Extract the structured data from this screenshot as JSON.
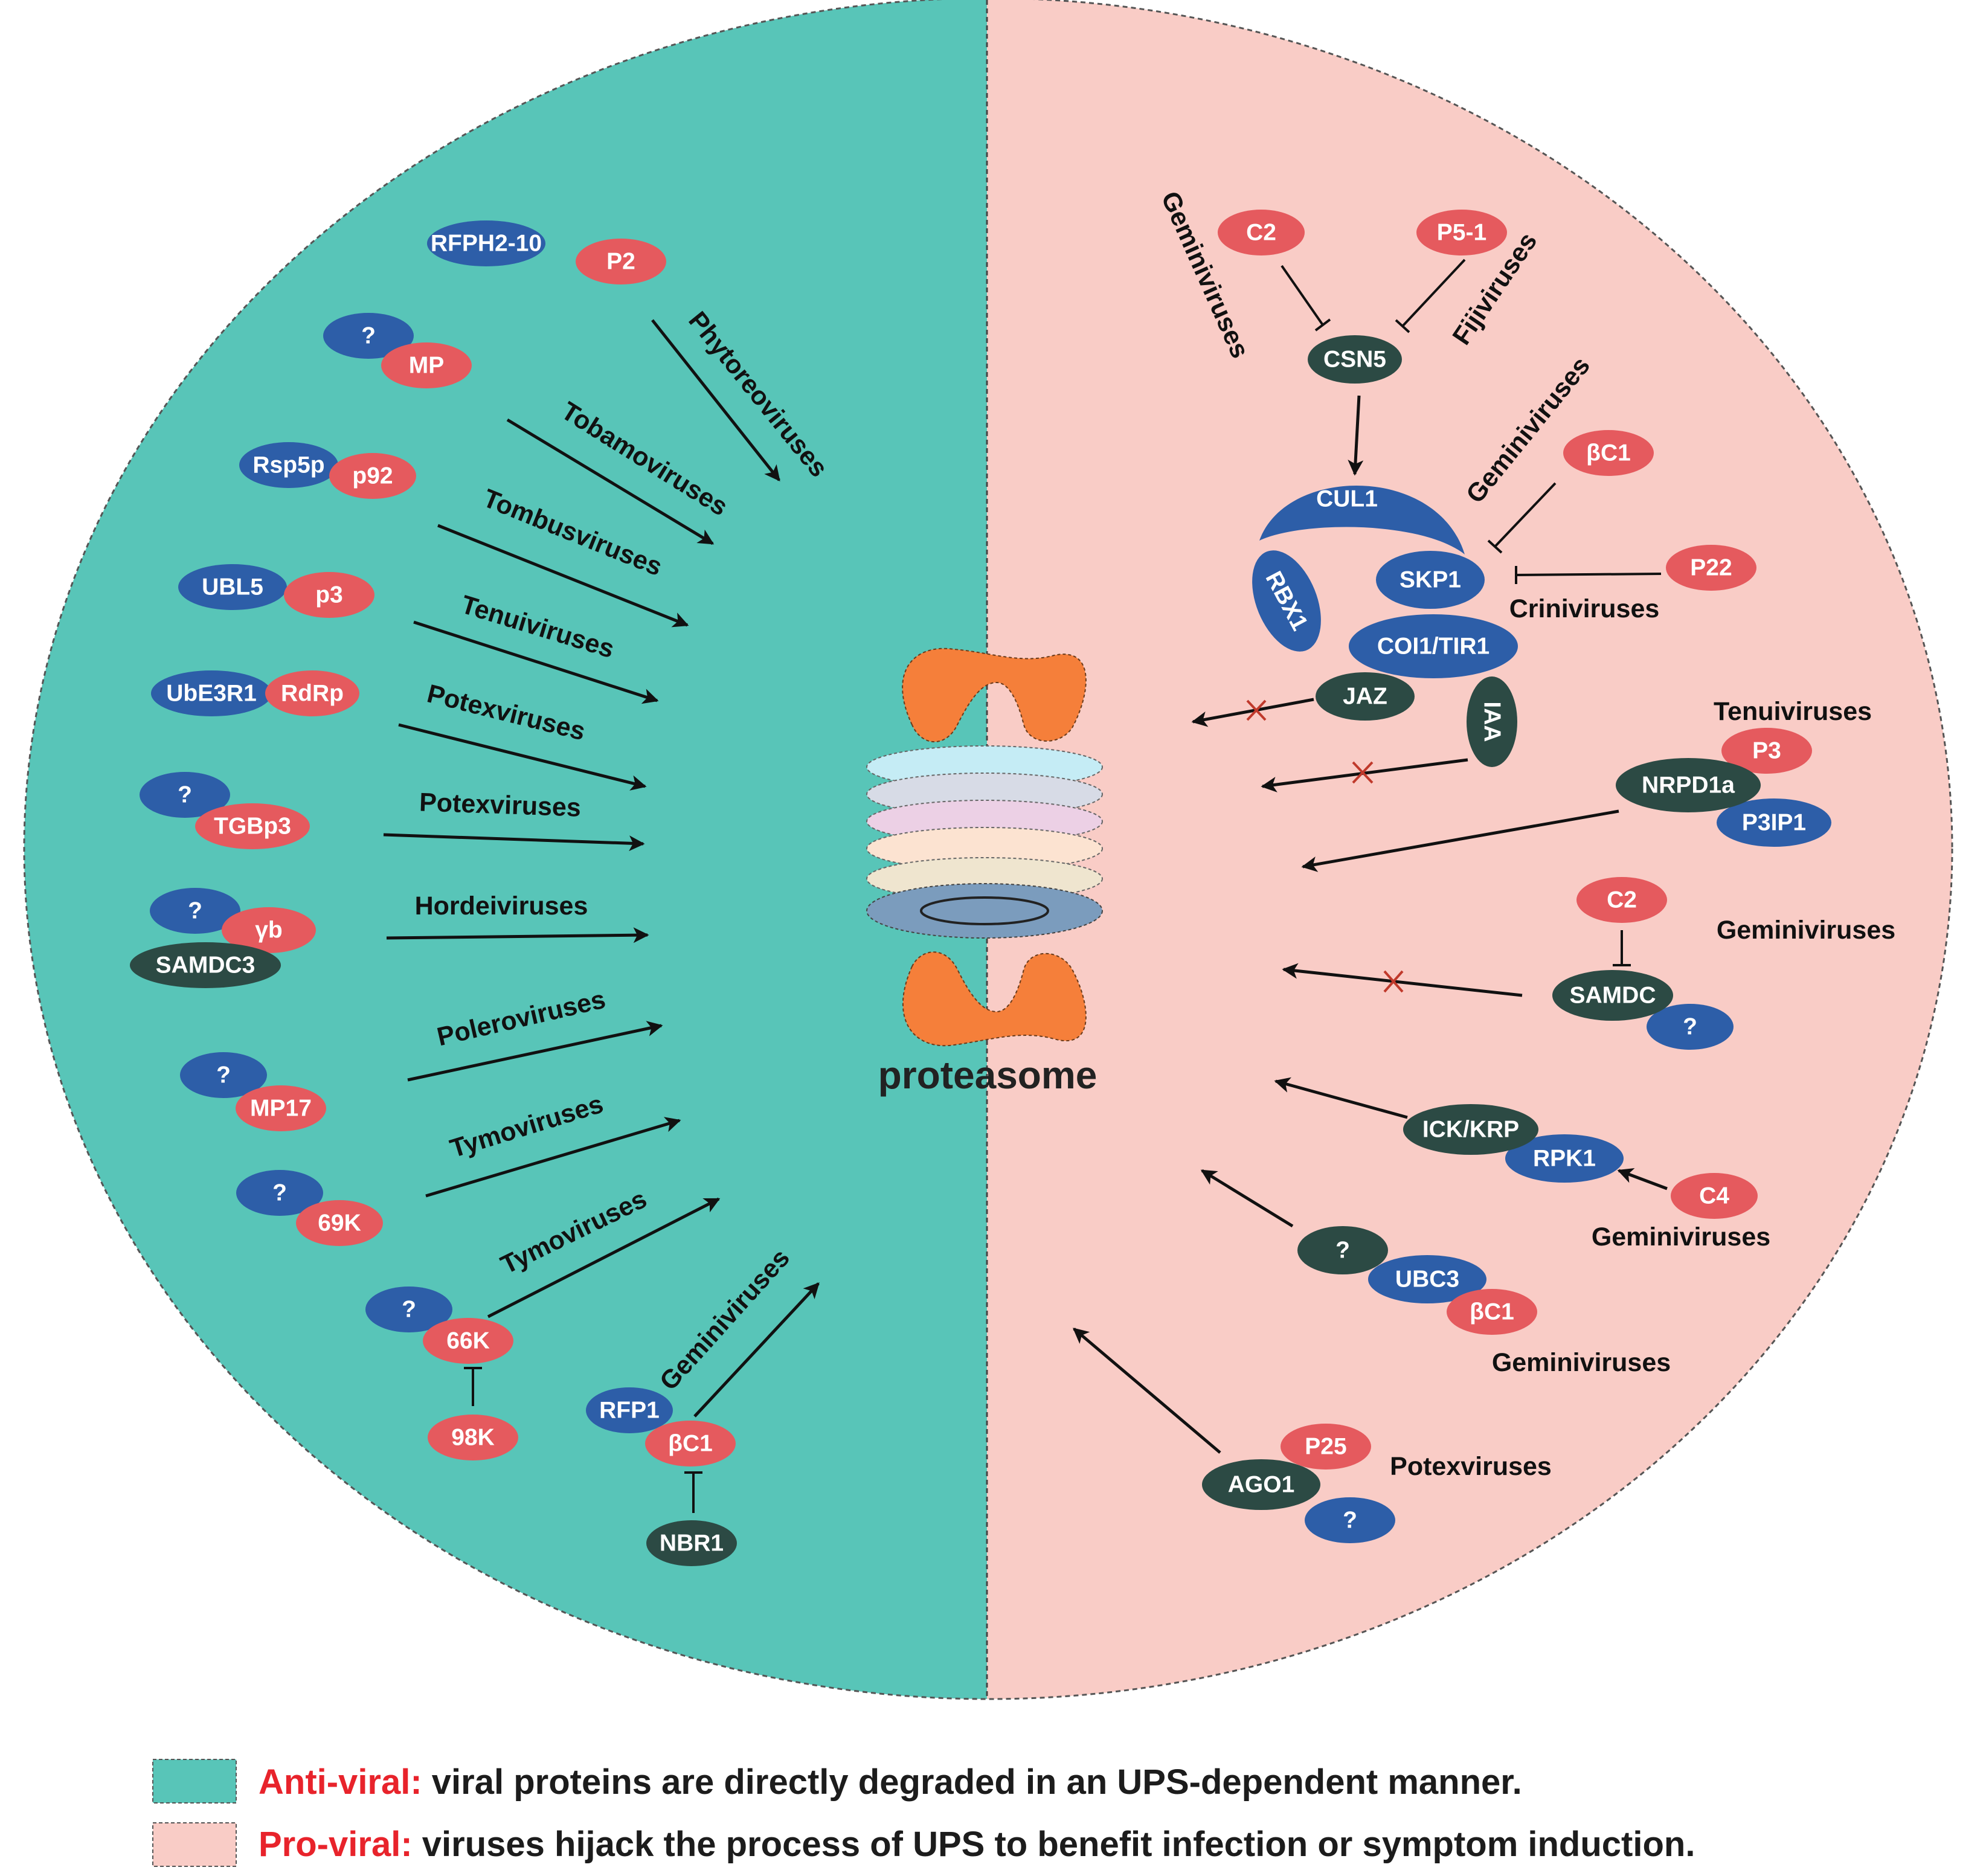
{
  "colors": {
    "antiviral_bg": "#58c5b8",
    "proviral_bg": "#f9ccc6",
    "viral_protein": "#e55a5e",
    "host_protein": "#2d5ea8",
    "host_dark_protein": "#2c4a44",
    "proteasome_cap": "#f57f3a",
    "legend_highlight": "#e8232b"
  },
  "icons": [
    "arrow-icon",
    "inhibition-icon",
    "blocked-cross-icon",
    "proteasome-icon"
  ],
  "center": {
    "label": "proteasome"
  },
  "antiviral": {
    "complexes": [
      {
        "host": "RFPH2-10",
        "viral": "P2",
        "virus": "Phytoreoviruses"
      },
      {
        "host": "?",
        "viral": "MP",
        "virus": "Tobamoviruses"
      },
      {
        "host": "Rsp5p",
        "viral": "p92",
        "virus": "Tombusviruses"
      },
      {
        "host": "UBL5",
        "viral": "p3",
        "virus": "Tenuiviruses"
      },
      {
        "host": "UbE3R1",
        "viral": "RdRp",
        "virus": "Potexviruses"
      },
      {
        "host": "?",
        "viral": "TGBp3",
        "virus": "Potexviruses"
      },
      {
        "host": "?",
        "viral": "γb",
        "extra": "SAMDC3",
        "virus": "Hordeiviruses"
      },
      {
        "host": "?",
        "viral": "MP17",
        "virus": "Poleroviruses"
      },
      {
        "host": "?",
        "viral": "69K",
        "virus": "Tymoviruses"
      },
      {
        "host": "?",
        "viral": "66K",
        "inhibitor": "98K",
        "virus": "Tymoviruses"
      },
      {
        "host": "RFP1",
        "viral": "βC1",
        "inhibitor": "NBR1",
        "virus": "Geminiviruses"
      }
    ]
  },
  "proviral": {
    "scf": {
      "cul1": "CUL1",
      "rbx1": "RBX1",
      "skp1": "SKP1",
      "coi1": "COI1/TIR1",
      "jaz": "JAZ",
      "iaa": "IAA"
    },
    "csn5": {
      "label": "CSN5",
      "left_viral": "C2",
      "left_virus": "Geminiviruses",
      "right_viral": "P5-1",
      "right_virus": "Fijiviruses"
    },
    "bc1": {
      "viral": "βC1",
      "virus": "Geminiviruses"
    },
    "p22": {
      "viral": "P22",
      "virus": "Criniviruses"
    },
    "nrpd1a": {
      "host": "NRPD1a",
      "viral": "P3",
      "partner": "P3IP1",
      "virus": "Tenuiviruses"
    },
    "samdc": {
      "viral": "C2",
      "host": "SAMDC",
      "partner": "?",
      "virus": "Geminiviruses"
    },
    "ick": {
      "host": "ICK/KRP",
      "partner": "RPK1",
      "viral": "C4",
      "virus": "Geminiviruses"
    },
    "ubc3": {
      "host": "?",
      "partner": "UBC3",
      "viral": "βC1",
      "virus": "Geminiviruses"
    },
    "ago1": {
      "host": "AGO1",
      "viral": "P25",
      "partner": "?",
      "virus": "Potexviruses"
    }
  },
  "legend": {
    "antiviral_key": "Anti-viral:",
    "antiviral_text": " viral proteins are directly degraded in an UPS-dependent manner.",
    "proviral_key": "Pro-viral:",
    "proviral_text": " viruses hijack the process of UPS to benefit infection or symptom induction."
  }
}
